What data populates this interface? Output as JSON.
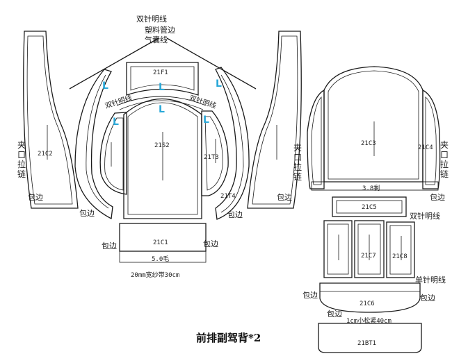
{
  "title": "前排副驾背*2",
  "top_labels": {
    "double_stitch": "双针明线",
    "plastic_pipe": "塑料管边",
    "airbag_line": "气囊线"
  },
  "marks": {
    "l": "L"
  },
  "codes": {
    "c1": "21C1",
    "c2": "21C2",
    "c3": "21C3",
    "c4": "21C4",
    "c5": "21C5",
    "c6": "21C6",
    "c7": "21C7",
    "c8": "21C8",
    "f1": "21F1",
    "s2": "21S2",
    "t3": "21T3",
    "t4": "21T4",
    "bt1": "21BT1"
  },
  "labels": {
    "binding": "包边",
    "zipper": "夹口拉链",
    "single_stitch": "单针明线",
    "double_stitch": "双针明线",
    "gauge_38": "3.8剩",
    "gauge_50": "5.0毛",
    "tape": "20mm宽纱带30cm",
    "elastic": "1cm小松紧40cm"
  }
}
